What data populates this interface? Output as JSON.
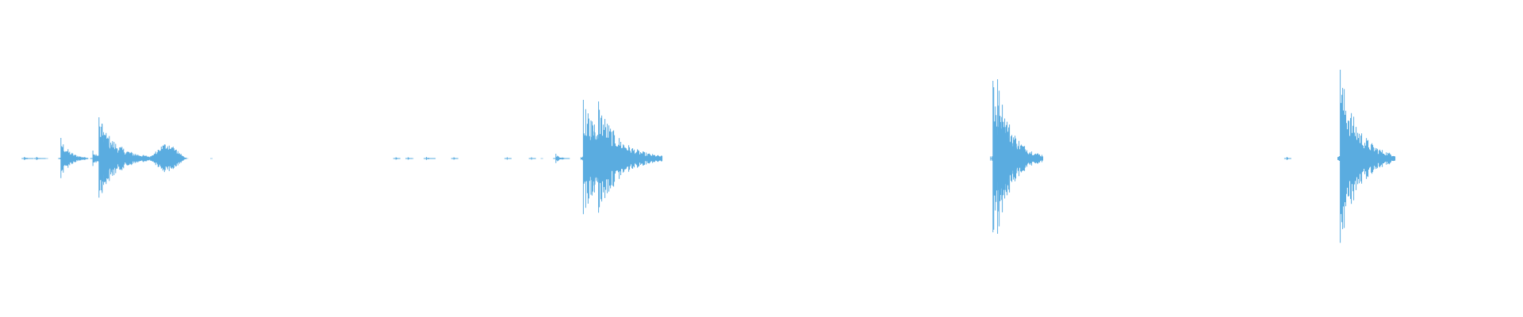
{
  "waveform": {
    "color": "#5aace0",
    "background": "#ffffff",
    "bursts": [
      {
        "name": "tick-1",
        "position": 0.016,
        "peak": 0.01,
        "decay": 0.002
      },
      {
        "name": "tick-2",
        "position": 0.024,
        "peak": 0.01,
        "decay": 0.002
      },
      {
        "name": "click-1",
        "position": 0.04,
        "peak": 0.13,
        "decay": 0.006
      },
      {
        "name": "click-2",
        "position": 0.061,
        "peak": 0.05,
        "decay": 0.004
      },
      {
        "name": "transient-1",
        "position": 0.065,
        "peak": 0.26,
        "decay": 0.012
      },
      {
        "name": "transient-1-echo",
        "position": 0.067,
        "peak": 0.22,
        "decay": 0.008
      },
      {
        "name": "sustained-noise",
        "position": 0.11,
        "peak": 0.1,
        "decay": 0.0,
        "spread": 0.028
      },
      {
        "name": "tick-3",
        "position": 0.26,
        "peak": 0.008,
        "decay": 0.001
      },
      {
        "name": "tick-4",
        "position": 0.268,
        "peak": 0.008,
        "decay": 0.001
      },
      {
        "name": "tick-5",
        "position": 0.28,
        "peak": 0.01,
        "decay": 0.002
      },
      {
        "name": "tick-6",
        "position": 0.298,
        "peak": 0.008,
        "decay": 0.001
      },
      {
        "name": "tick-7",
        "position": 0.333,
        "peak": 0.008,
        "decay": 0.001
      },
      {
        "name": "tick-8",
        "position": 0.349,
        "peak": 0.008,
        "decay": 0.001
      },
      {
        "name": "tick-9",
        "position": 0.365,
        "peak": 0.03,
        "decay": 0.003
      },
      {
        "name": "transient-2",
        "position": 0.383,
        "peak": 0.37,
        "decay": 0.014
      },
      {
        "name": "transient-3",
        "position": 0.388,
        "peak": 0.24,
        "decay": 0.01
      },
      {
        "name": "transient-4",
        "position": 0.393,
        "peak": 0.36,
        "decay": 0.014
      },
      {
        "name": "transient-4-tail",
        "position": 0.402,
        "peak": 0.06,
        "decay": 0.01
      },
      {
        "name": "transient-5",
        "position": 0.652,
        "peak": 0.49,
        "decay": 0.01
      },
      {
        "name": "transient-6",
        "position": 0.655,
        "peak": 0.5,
        "decay": 0.01
      },
      {
        "name": "tick-10",
        "position": 0.845,
        "peak": 0.01,
        "decay": 0.001
      },
      {
        "name": "transient-7",
        "position": 0.88,
        "peak": 0.56,
        "decay": 0.012
      }
    ]
  }
}
